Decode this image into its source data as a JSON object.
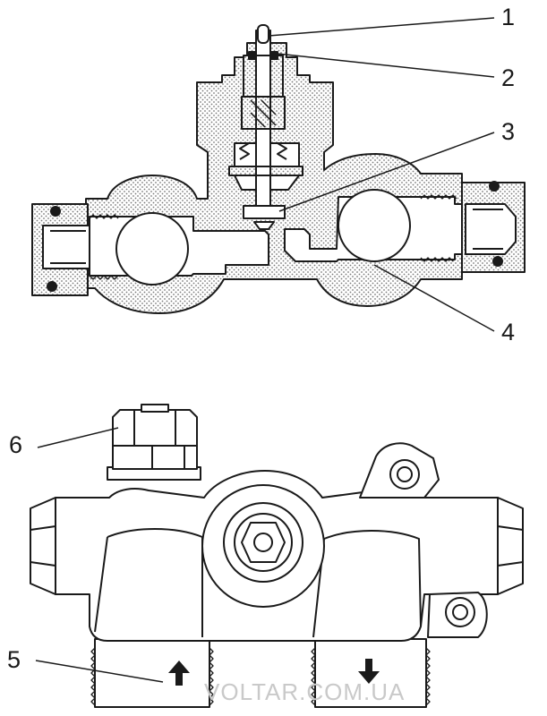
{
  "callouts": {
    "c1": "1",
    "c2": "2",
    "c3": "3",
    "c4": "4",
    "c5": "5",
    "c6": "6"
  },
  "watermark": "VOLTAR.COM.UA",
  "colors": {
    "stroke": "#1a1a1a",
    "body_fill": "#ffffff",
    "dot_fill": "#8a8a8a",
    "watermark": "#c9c9c9"
  },
  "icons": {
    "flow_in": "arrow-up-icon",
    "flow_out": "arrow-down-icon"
  }
}
